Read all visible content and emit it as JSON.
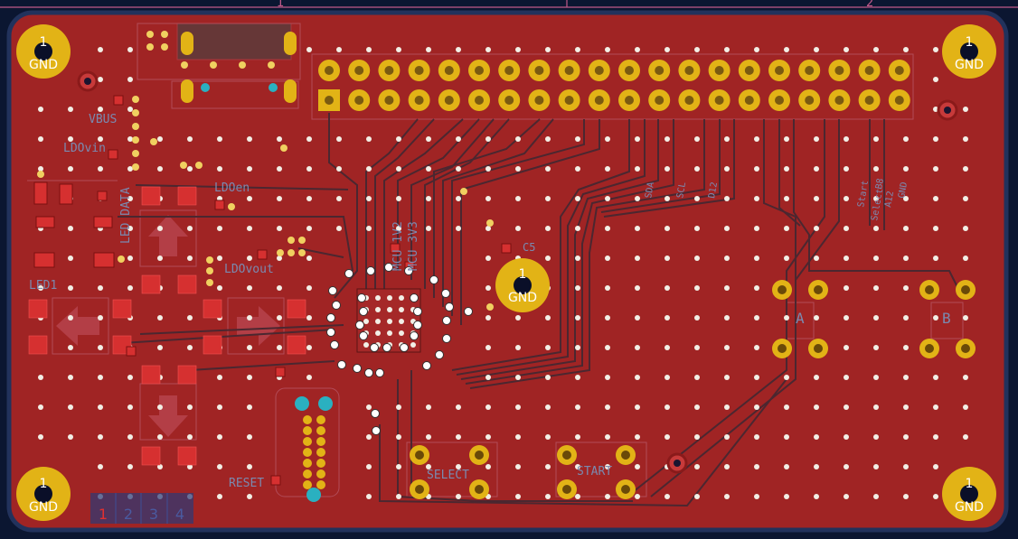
{
  "ruler": {
    "left_label": "1",
    "right_label": "2"
  },
  "colors": {
    "background": "#0b1631",
    "board": "#9c2323",
    "copper_pad": "#e2b316",
    "smd_pad": "#d63030",
    "silk": "#7a8ab0",
    "trace": "#4b2730",
    "drill": "#0a0f28"
  },
  "mounting_holes": [
    {
      "id": "mh-top-left",
      "number": "1",
      "net": "GND"
    },
    {
      "id": "mh-top-right",
      "number": "1",
      "net": "GND"
    },
    {
      "id": "mh-bottom-left",
      "number": "1",
      "net": "GND"
    },
    {
      "id": "mh-bottom-right",
      "number": "1",
      "net": "GND"
    },
    {
      "id": "mh-center",
      "number": "1",
      "net": "GND"
    }
  ],
  "silkscreen": {
    "vbus": "VBUS",
    "ldo_vin": "LDOvin",
    "ldo_en": "LDOen",
    "ldo_vout": "LDOvout",
    "led_data": "LED DATA",
    "led1": "LED1",
    "mcu_1v2": "MCU 1V2",
    "mcu_3v3": "MCU 3V3",
    "c5": "C5",
    "reset": "RESET",
    "select": "SELECT",
    "start": "START",
    "button_a": "A",
    "button_b": "B",
    "header_labels": [
      "Select",
      "A12",
      "B8",
      "SDA",
      "SCL",
      "D12",
      "GND",
      "Start"
    ],
    "pad_label": "GND"
  },
  "layer_selector": [
    "1",
    "2",
    "3",
    "4"
  ]
}
